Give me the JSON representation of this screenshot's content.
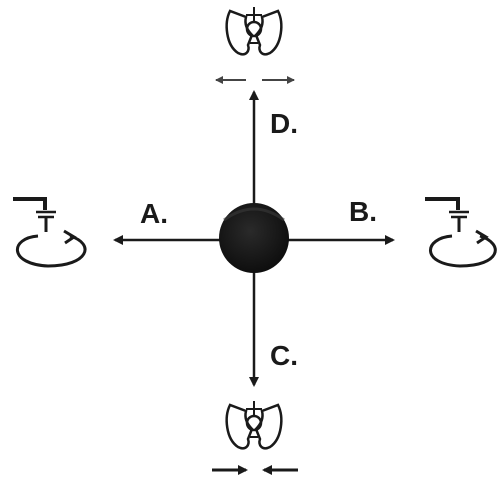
{
  "labels": {
    "a": "A.",
    "b": "B.",
    "c": "C.",
    "d": "D."
  },
  "icons": {
    "left": "clamp-rotate-icon",
    "right": "clamp-rotate-icon",
    "top": "pelvis-icon",
    "bottom": "pelvis-icon",
    "top_arrows": "arrows-apart-icon",
    "bottom_arrows": "arrows-together-icon"
  },
  "colors": {
    "ink": "#1a1a1a",
    "ball": "#161616",
    "background": "#ffffff"
  }
}
